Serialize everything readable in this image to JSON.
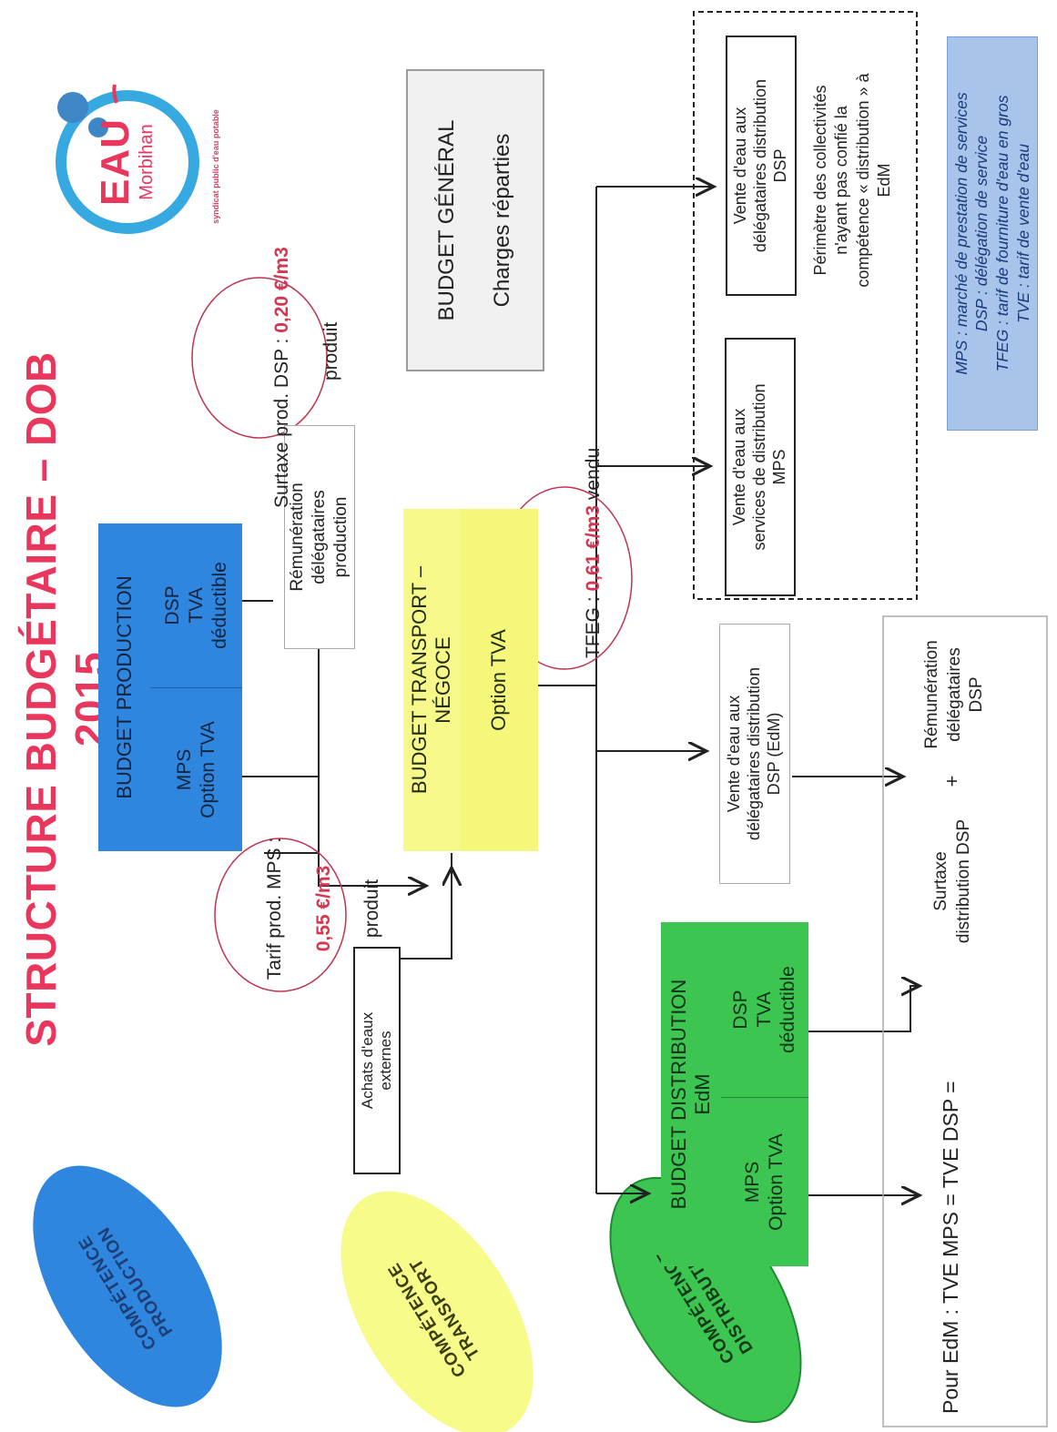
{
  "title": "STRUCTURE BUDGÉTAIRE – DOB 2015",
  "logo": {
    "brand_top": "EAU",
    "brand_bottom": "Morbihan",
    "tagline": "syndicat public d'eau potable"
  },
  "competences": {
    "production": "COMPÉTENCE\nPRODUCTION",
    "transport": "COMPÉTENCE\nTRANSPORT",
    "distribution": "COMPÉTENCE\nDISTRIBUTION"
  },
  "budget_production": {
    "header": "BUDGET   PRODUCTION",
    "mps": "MPS\nOption  TVA",
    "dsp": "DSP\nTVA\ndéductible"
  },
  "budget_transport": {
    "header": "BUDGET  TRANSPORT  –\nNÉGOCE",
    "option": "Option  TVA"
  },
  "budget_distribution": {
    "header": "BUDGET  DISTRIBUTION\nEdM",
    "mps": "MPS\nOption TVA",
    "dsp": "DSP\nTVA\ndéductible"
  },
  "budget_general": {
    "line1": "BUDGET   GÉNÉRAL",
    "line2": "Charges  réparties"
  },
  "remuneration_production": "Rémunération\ndélégataires\nproduction",
  "surtaxe_prod": {
    "prefix": "Surtaxe prod. DSP : ",
    "value": "0,20 €/m3",
    "suffix": "produit"
  },
  "tarif_prod": {
    "prefix": "Tarif prod. MPS :",
    "value": "0,55 €/m3",
    "suffix": "produit"
  },
  "tfeg": {
    "prefix": "TFEG : ",
    "value": "0,61 €/m3",
    "suffix": " vendu"
  },
  "achats": "Achats d'eaux\nexternes",
  "vente_edm": "Vente d'eau aux\ndélégataires distribution\nDSP (EdM)",
  "vente_mps": "Vente d'eau aux\nservices de distribution\nMPS",
  "vente_dsp": "Vente d'eau aux\ndélégataires distribution\nDSP",
  "perimetre": "Périmètre des collectivités\nn'ayant pas confié la\ncompétence « distribution » à\nEdM",
  "formula": {
    "left": "Pour EdM  :  TVE MPS   = TVE DSP  =",
    "surtaxe": "Surtaxe\ndistribution DSP",
    "plus": "+",
    "remuneration": "Rémunération\ndélégataires\nDSP"
  },
  "legend": [
    "MPS : marché de prestation de services",
    "DSP : délégation de service",
    "TFEG : tarif de fourniture d'eau en gros",
    "TVE : tarif de vente d'eau"
  ],
  "colors": {
    "title": "#e8365d",
    "production": "#2e86de",
    "transport": "#f6f98a",
    "distribution": "#3cc651",
    "legend_bg": "#a8c4ea",
    "highlight_ellipse": "#c0334e"
  }
}
